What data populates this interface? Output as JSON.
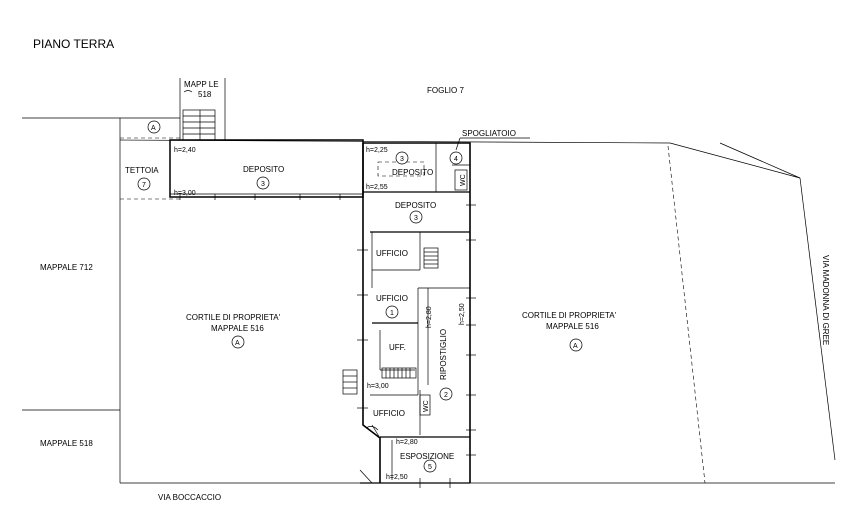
{
  "title": "PIANO TERRA",
  "labels": {
    "mapp_le": "MAPP LE",
    "mapp_le_num": "518",
    "foglio": "FOGLIO 7",
    "spogliatoio": "SPOGLIATOIO",
    "tettoia": "TETTOIA",
    "deposito": "DEPOSITO",
    "ufficio": "UFFICIO",
    "uff": "UFF.",
    "ripostiglio": "RIPOSTIGLIO",
    "esposizione": "ESPOSIZIONE",
    "wc": "WC",
    "cortile_line1": "CORTILE DI PROPRIETA'",
    "cortile_line2": "MAPPALE 516",
    "mappale_712": "MAPPALE 712",
    "mappale_518": "MAPPALE 518",
    "via_boccaccio": "VIA BOCCACCIO",
    "via_madonna": "VIA MADONNA DI GREE"
  },
  "heights": {
    "h240": "h=2,40",
    "h300": "h=3,00",
    "h225": "h=2,25",
    "h255": "h=2,55",
    "h280": "h=2,80",
    "h250": "h=2,50"
  },
  "markers": {
    "A": "A",
    "n1": "1",
    "n2": "2",
    "n3": "3",
    "n4": "4",
    "n5": "5",
    "n7": "7"
  }
}
